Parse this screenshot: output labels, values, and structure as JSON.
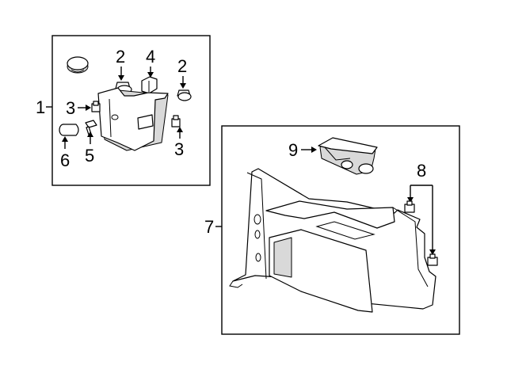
{
  "callouts": {
    "c1": "1",
    "c2a": "2",
    "c2b": "2",
    "c3a": "3",
    "c3b": "3",
    "c4": "4",
    "c5": "5",
    "c6": "6",
    "c7": "7",
    "c8": "8",
    "c9": "9"
  }
}
